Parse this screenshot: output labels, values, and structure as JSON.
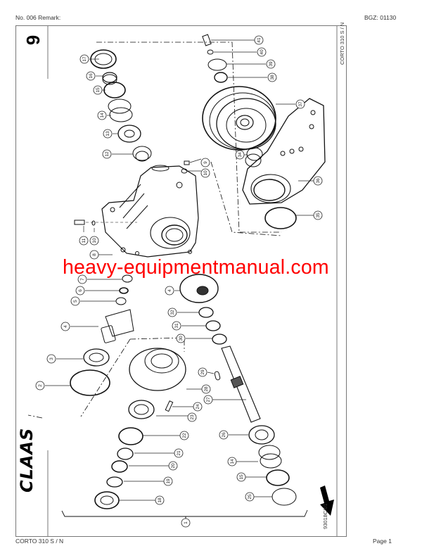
{
  "header": {
    "left": "No. 006   Remark:",
    "right": "BGZ: 01130"
  },
  "footer": {
    "left": "CORTO 310 S / N",
    "right": "Page 1"
  },
  "sheet": {
    "number": "6",
    "side_label": "CORTO 310 S / N",
    "drawing_id": "93018C/01",
    "logo": "CLAAS"
  },
  "watermark": "heavy-equipmentmanual.com",
  "callouts": {
    "c1": "1",
    "c2": "2",
    "c3": "3",
    "c4a": "4",
    "c4b": "4",
    "c5": "5",
    "c6": "6",
    "c7": "7",
    "c8": "8",
    "c9": "9",
    "c10a": "10",
    "c10b": "10",
    "c11": "11",
    "c12": "12",
    "c13": "13",
    "c14a": "14",
    "c14b": "14",
    "c15a": "15",
    "c15b": "15",
    "c16": "16",
    "c17": "17",
    "c18": "18",
    "c19": "19",
    "c20": "20",
    "c21": "21",
    "c22": "22",
    "c23": "23",
    "c24": "24",
    "c25": "25",
    "c26": "26",
    "c27": "27",
    "c28": "28",
    "c29": "29",
    "c30": "30",
    "c31": "31",
    "c32": "32",
    "c34": "34",
    "c35": "35",
    "c36": "36",
    "c37": "37",
    "c38": "38",
    "c39": "39",
    "c40": "40",
    "c41": "41"
  }
}
